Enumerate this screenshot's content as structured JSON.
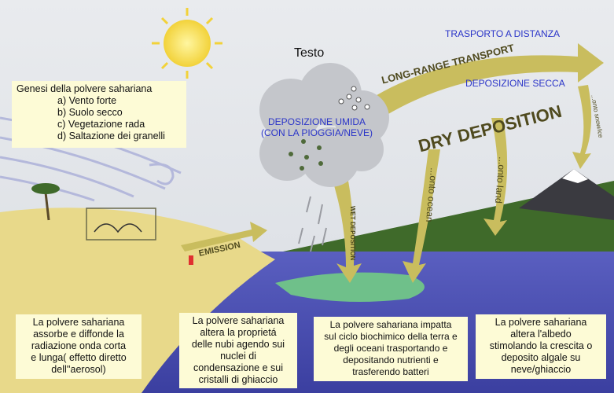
{
  "title": "Testo",
  "genesis": {
    "heading": "Genesi della polvere sahariana",
    "items": [
      "a) Vento forte",
      "b) Suolo secco",
      "c) Vegetazione rada",
      "d) Saltazione dei granelli"
    ]
  },
  "labels": {
    "long_range_it": "TRASPORTO A DISTANZA",
    "long_range_en": "LONG-RANGE TRANSPORT",
    "dry_it": "DEPOSIZIONE SECCA",
    "dry_en": "DRY DEPOSITION",
    "wet_it_1": "DEPOSIZIONE UMIDA",
    "wet_it_2": "(CON LA PIOGGIA/NEVE)",
    "wet_en": "WET DEPOSITION",
    "emission": "EMISSION",
    "onto_ocean": "...onto ocean",
    "onto_land": "...onto land",
    "onto_snow": "...onto snow/ice"
  },
  "boxes": [
    {
      "lines": [
        "La polvere sahariana",
        "assorbe e diffonde la",
        "radiazione onda corta",
        "e lunga( effetto diretto",
        "dell''aerosol)"
      ]
    },
    {
      "lines": [
        "La polvere sahariana",
        "altera la proprietá",
        "delle nubi agendo sui",
        "nuclei di",
        "condensazione e sui",
        "cristalli di ghiaccio"
      ]
    },
    {
      "lines": [
        "La polvere sahariana impatta",
        "sul ciclo biochimico della terra e",
        "degli oceani trasportando e",
        "depositando nutrienti e",
        "trasferendo batteri"
      ]
    },
    {
      "lines": [
        "La polvere sahariana",
        "altera l'albedo",
        "stimolando la crescita o",
        "deposito algale su",
        "neve/ghiaccio"
      ]
    }
  ],
  "colors": {
    "sea": "#4a4fb0",
    "land": "#e8d98a",
    "grass": "#3f6a2a",
    "arrow": "#c9bd5e",
    "box": "#fdfbd6",
    "blue_text": "#2b35c8"
  }
}
